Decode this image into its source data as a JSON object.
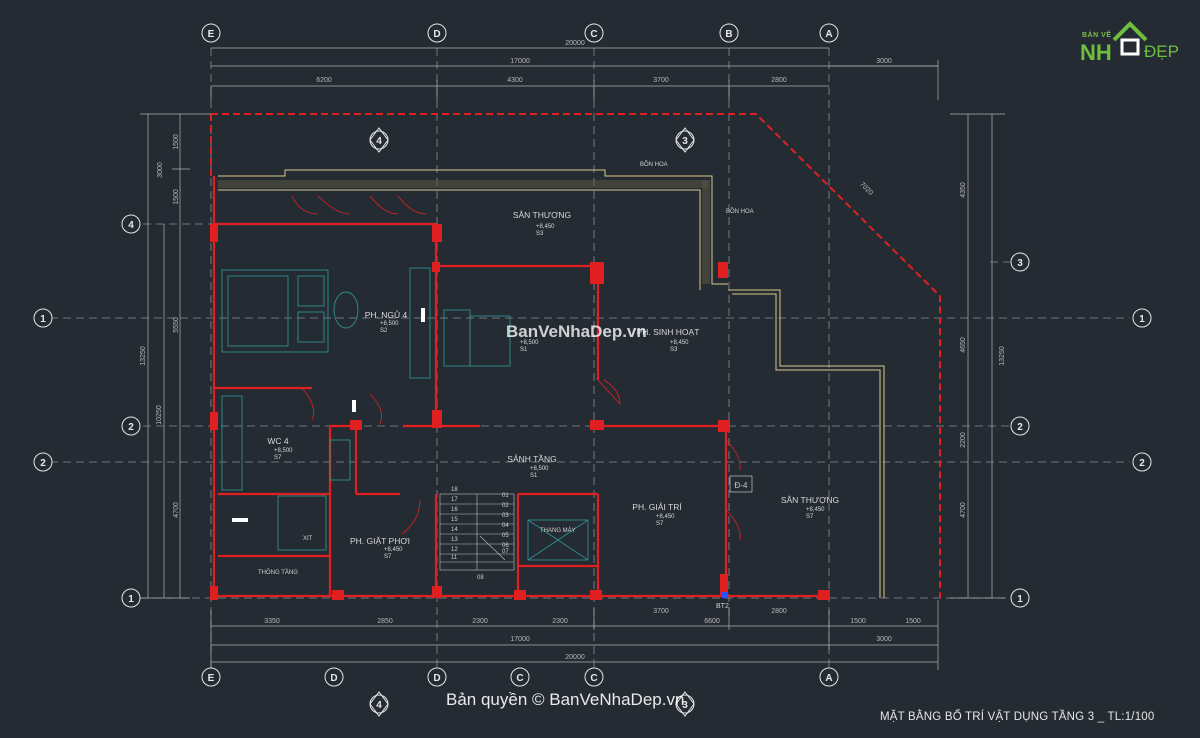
{
  "drawing": {
    "title": "MẶT BẰNG BỐ TRÍ VẬT DỤNG TẦNG 3 _ TL:1/100",
    "copyright": "Bản quyền © BanVeNhaDep.vn",
    "watermark": "BanVeNhaDep.vn",
    "logo": {
      "top": "BẢN VẼ",
      "main": "NH",
      "side": "ĐẸP"
    }
  },
  "axes": {
    "top": [
      "E",
      "D",
      "C",
      "B",
      "A"
    ],
    "bottom": [
      "E",
      "D",
      "D",
      "C",
      "C",
      "A"
    ],
    "left": [
      "4",
      "1",
      "2",
      "2",
      "1"
    ],
    "right": [
      "3",
      "1",
      "2",
      "2",
      "1"
    ],
    "section": [
      "4",
      "3",
      "4",
      "3"
    ]
  },
  "dimensions": {
    "top_total": "20000",
    "top_sub": "17000",
    "top_right": "3000",
    "top_spans": [
      "6200",
      "4300",
      "3700",
      "2800"
    ],
    "bottom_spans": [
      "3350",
      "2850",
      "2300",
      "2300",
      "6600",
      "1500",
      "1500"
    ],
    "bottom_mid": [
      "3700",
      "2800"
    ],
    "bottom_sub": "17000",
    "bottom_right": "3000",
    "bottom_total": "20000",
    "left_outer": "13250",
    "left_inner": "10250",
    "left_parts": [
      "1500",
      "1500",
      "5550",
      "4700"
    ],
    "left_top": "3000",
    "right_outer": "13250",
    "right_parts": [
      "4350",
      "4650",
      "2200",
      "4700"
    ],
    "diagonal": "7020"
  },
  "rooms": {
    "san_thuong_top": "SÂN THƯỢNG",
    "san_thuong_right": "SÂN THƯỢNG",
    "ngu4": "PH. NGỦ 4",
    "sinh_hoat": "PH. SINH HOẠT",
    "wc4": "WC 4",
    "sanh_tang": "SẢNH TẦNG",
    "giai_tri": "PH. GIẢI TRÍ",
    "giat_phoi": "PH. GIẶT PHƠI",
    "bon_hoa_1": "BỒN HOA",
    "bon_hoa_2": "BỒN HOA",
    "thong_tang": "THÔNG TẦNG",
    "thang_may": "THANG MÁY",
    "d4": "Đ-4",
    "bt2": "BT2",
    "xit": "XIT"
  },
  "levels": {
    "l1": "+8,450",
    "l2": "+8,500",
    "l3": "+8,500",
    "l4": "+8,450",
    "l5": "+8,500",
    "l6": "+8,500",
    "l7": "+8,450",
    "l8": "+8,450",
    "l9": "+8,450"
  },
  "codes": {
    "s3a": "S3",
    "s2": "S2",
    "s1a": "S1",
    "s7a": "S7",
    "s1b": "S1",
    "s4": "S7",
    "s3b": "S3",
    "s7b": "S7",
    "s7c": "S7"
  },
  "stairs": [
    "18",
    "17",
    "16",
    "15",
    "14",
    "13",
    "12",
    "11",
    "01",
    "02",
    "03",
    "04",
    "05",
    "06",
    "07",
    "08"
  ],
  "colors": {
    "background": "#252b33",
    "wall": "#e02020",
    "grid": "#9a9a9a",
    "railing": "#d9c98a",
    "dims": "#b8b8b8",
    "furniture": "#2f8f8f"
  }
}
